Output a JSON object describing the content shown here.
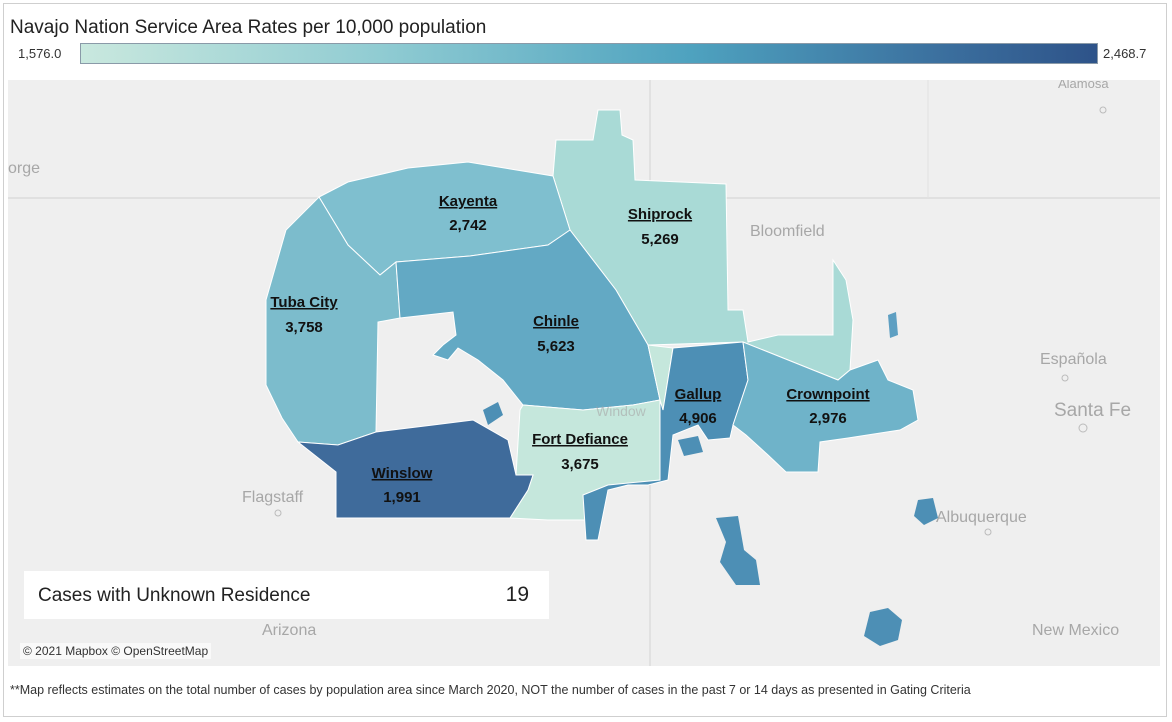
{
  "title": "Navajo Nation Service Area Rates per 10,000 population",
  "legend": {
    "min": "1,576.0",
    "max": "2,468.7",
    "gradient_colors": [
      "#c9e8de",
      "#8fcbd2",
      "#4ea2bf",
      "#3b6f9e",
      "#2e5389"
    ]
  },
  "places": [
    "orge",
    "Bloomfield",
    "Española",
    "Santa Fe",
    "Flagstaff",
    "Albuquerque",
    "Arizona",
    "New Mexico",
    "Alamosa",
    "Window"
  ],
  "areas": [
    {
      "name": "Kayenta",
      "value": "2,742",
      "color": "#7fbfcf"
    },
    {
      "name": "Shiprock",
      "value": "5,269",
      "color": "#a9dad6"
    },
    {
      "name": "Tuba City",
      "value": "3,758",
      "color": "#7cbccc"
    },
    {
      "name": "Chinle",
      "value": "5,623",
      "color": "#63a9c4"
    },
    {
      "name": "Gallup",
      "value": "4,906",
      "color": "#4d8fb5"
    },
    {
      "name": "Crownpoint",
      "value": "2,976",
      "color": "#6fb3c9"
    },
    {
      "name": "Fort Defiance",
      "value": "3,675",
      "color": "#c5e7dc"
    },
    {
      "name": "Winslow",
      "value": "1,991",
      "color": "#3f6b9b"
    }
  ],
  "unknown": {
    "label": "Cases with Unknown Residence",
    "value": "19"
  },
  "attribution": "© 2021 Mapbox © OpenStreetMap",
  "footnote": "**Map reflects estimates on the total number of cases by population area since March 2020, NOT the number of cases in the past 7 or 14 days as presented in Gating Criteria"
}
